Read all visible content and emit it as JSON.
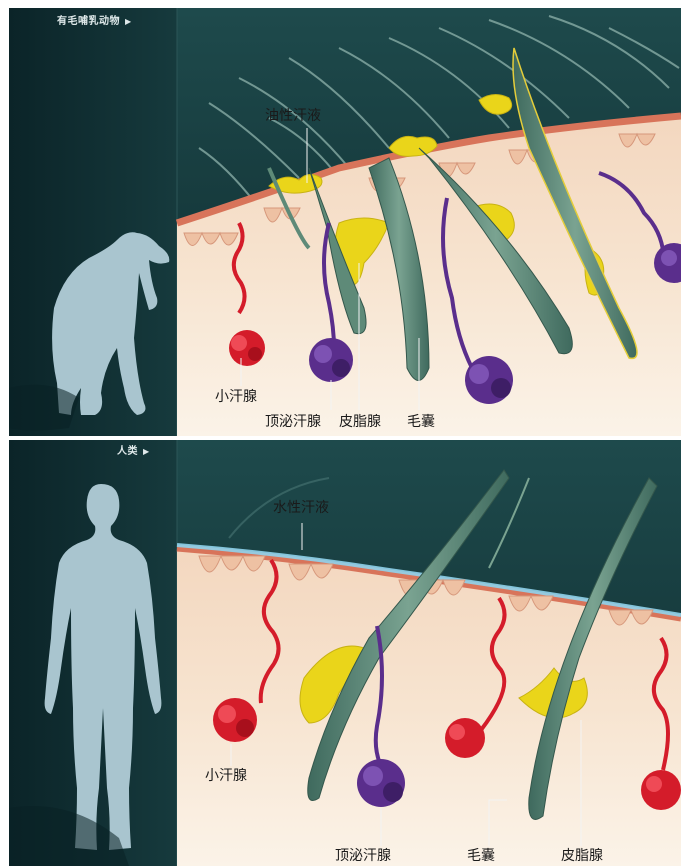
{
  "panels": {
    "top": {
      "tag": "有毛哺乳动物",
      "labels": {
        "oily_sweat": "油性汗液",
        "eccrine": "小汗腺",
        "apocrine": "顶泌汗腺",
        "sebaceous": "皮脂腺",
        "follicle": "毛囊"
      }
    },
    "bottom": {
      "tag": "人类",
      "labels": {
        "watery_sweat": "水性汗液",
        "eccrine": "小汗腺",
        "apocrine": "顶泌汗腺",
        "follicle": "毛囊",
        "sebaceous": "皮脂腺"
      }
    }
  },
  "icons": {
    "tag_arrow": "triangle-right-icon"
  },
  "colors": {
    "background_dark": "#173a3b",
    "sidebar": "#0f2d31",
    "silhouette": "#a9c5cf",
    "skin_top": "#e6a587",
    "dermis": "#f7e4d0",
    "epidermis_edge": "#d8745a",
    "eccrine_gland": "#d41c2a",
    "apocrine_gland": "#5a2e8c",
    "sebum": "#ead51a",
    "hair": "#5e8a78",
    "watery_sweat": "#8fd3ec"
  }
}
